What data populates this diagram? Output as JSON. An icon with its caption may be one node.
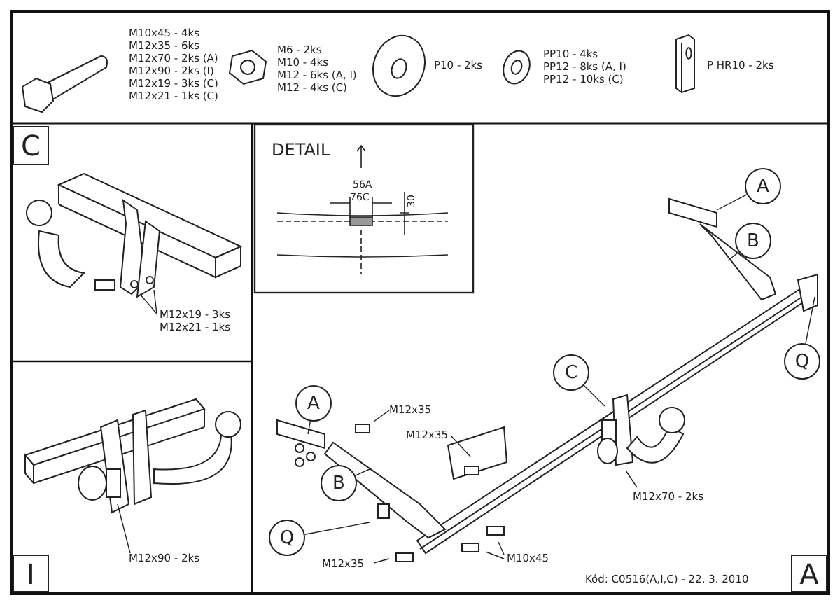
{
  "diagram": {
    "nodes": [
      {
        "text": [
          "C"
        ]
      },
      {
        "text": [
          "A"
        ]
      },
      {
        "text": [
          "B"
        ]
      },
      {
        "text": [
          "M12x19 - 3ks",
          "M12x21 - 1ks"
        ]
      },
      {
        "text": [
          "Q"
        ]
      },
      {
        "text": [
          "C"
        ]
      },
      {
        "text": [
          "A"
        ]
      },
      {
        "text": [
          "M12x35"
        ]
      },
      {
        "text": [
          "M12x35"
        ]
      },
      {
        "text": [
          "B"
        ]
      },
      {
        "text": [
          "M12x70 - 2ks"
        ]
      },
      {
        "text": [
          "M12x90 - 2ks"
        ]
      },
      {
        "text": [
          "Q"
        ]
      },
      {
        "text": [
          "M12x35"
        ]
      },
      {
        "text": [
          "M10x45"
        ]
      },
      {
        "text": [
          "I"
        ]
      },
      {
        "text": [
          "A"
        ]
      }
    ],
    "edges": [
      {
        "from": 1,
        "to": null,
        "arrow": "none"
      },
      {
        "from": 2,
        "to": null,
        "arrow": "none"
      },
      {
        "from": 3,
        "to": null,
        "arrow": "none"
      },
      {
        "from": 3,
        "to": null,
        "arrow": "none"
      },
      {
        "from": 4,
        "to": null,
        "arrow": "none"
      },
      {
        "from": 5,
        "to": null,
        "arrow": "none"
      },
      {
        "from": 6,
        "to": null,
        "arrow": "none"
      },
      {
        "from": 7,
        "to": null,
        "arrow": "none"
      },
      {
        "from": 8,
        "to": null,
        "arrow": "none"
      },
      {
        "from": 9,
        "to": null,
        "arrow": "none"
      },
      {
        "from": 10,
        "to": null,
        "arrow": "none"
      },
      {
        "from": 11,
        "to": null,
        "arrow": "none"
      },
      {
        "from": 12,
        "to": null,
        "arrow": "none"
      },
      {
        "from": 13,
        "to": null,
        "arrow": "none"
      },
      {
        "from": 14,
        "to": null,
        "arrow": "none"
      },
      {
        "from": 14,
        "to": null,
        "arrow": "none"
      }
    ],
    "labels": [
      "M10x45 - 4ks",
      "M12x35 - 6ks",
      "M12x70 - 2ks (A)",
      "M12x90 - 2ks (I)",
      "M12x19 - 3ks (C)",
      "M12x21 - 1ks (C)",
      "M6 - 2ks",
      "M10 - 4ks",
      "M12 - 6ks (A, I)",
      "M12 - 4ks (C)",
      "P10 - 2ks",
      "PP10 - 4ks",
      "PP12 - 8ks (A, I)",
      "PP12 - 10ks (C)",
      "P HR10 - 2ks",
      "DETAIL",
      "56A",
      "76C",
      "30",
      "Kód: C0516(A,I,C) - 22. 3. 2010"
    ]
  }
}
